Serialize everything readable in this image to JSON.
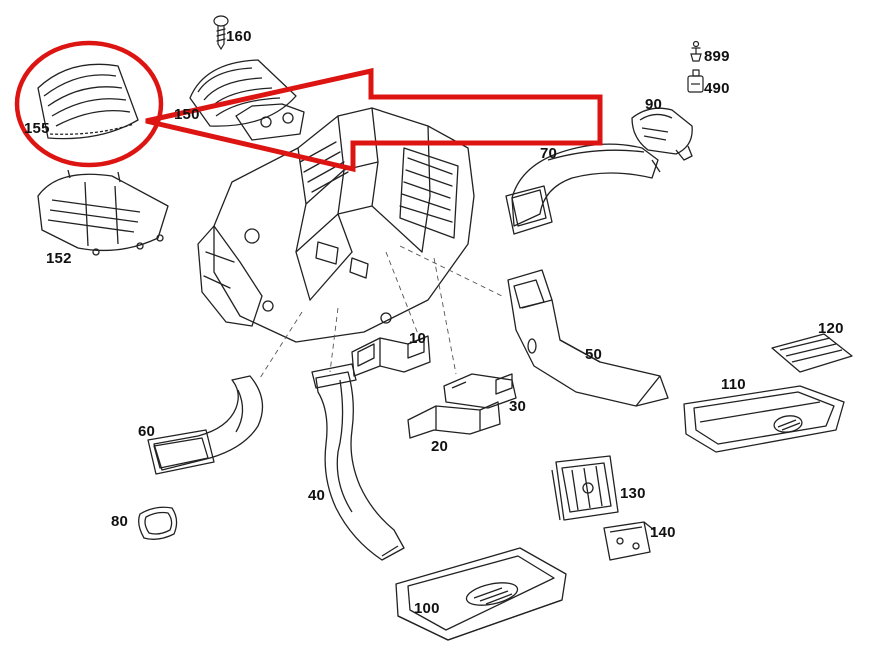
{
  "diagram": {
    "description": "Exploded parts diagram of an automotive HVAC air distribution / ventilation duct system",
    "colors": {
      "line": "#222222",
      "highlight": "#dd1512",
      "background": "#ffffff"
    },
    "highlight": {
      "shape": "circle-and-arrow",
      "highlighted_part": "155"
    },
    "part_labels": [
      {
        "id": "160"
      },
      {
        "id": "899"
      },
      {
        "id": "490"
      },
      {
        "id": "155"
      },
      {
        "id": "150"
      },
      {
        "id": "90"
      },
      {
        "id": "70"
      },
      {
        "id": "152"
      },
      {
        "id": "120"
      },
      {
        "id": "10"
      },
      {
        "id": "50"
      },
      {
        "id": "110"
      },
      {
        "id": "30"
      },
      {
        "id": "20"
      },
      {
        "id": "60"
      },
      {
        "id": "40"
      },
      {
        "id": "80"
      },
      {
        "id": "130"
      },
      {
        "id": "140"
      },
      {
        "id": "100"
      }
    ]
  }
}
